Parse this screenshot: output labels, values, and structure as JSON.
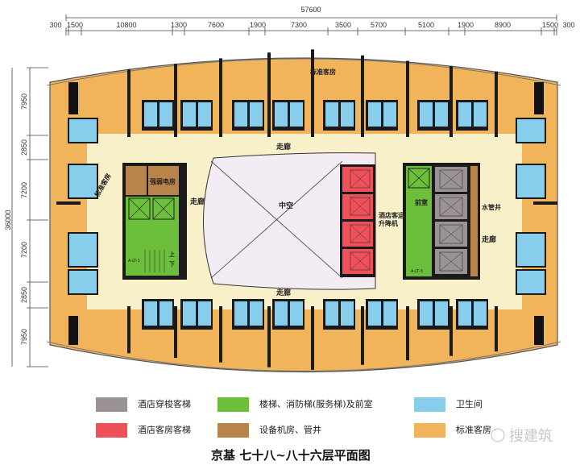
{
  "dimensions": {
    "overall_width": "57600",
    "top_segments": [
      "300",
      "1500",
      "10800",
      "1300",
      "7600",
      "1900",
      "7300",
      "3500",
      "5700",
      "5100",
      "1900",
      "8900",
      "1500",
      "300"
    ],
    "overall_depth": "36000",
    "left_segments": [
      "7950",
      "2850",
      "7200",
      "7200",
      "2850",
      "7950"
    ]
  },
  "labels": {
    "corridor": "走廊",
    "atrium": "中空",
    "standard_room": "标准客房",
    "electrical_room": "强弱电房",
    "hotel_elevator_line1": "酒店客运",
    "hotel_elevator_line2": "升降机",
    "lobby": "前室",
    "water_shaft": "水管井",
    "stair_left": "A-LT-1",
    "stair_right": "A-LT-3",
    "up": "上",
    "down": "下"
  },
  "legend": [
    {
      "label": "酒店穿梭客梯",
      "color": "#9a9296"
    },
    {
      "label": "酒店客房客梯",
      "color": "#f0505a"
    },
    {
      "label": "楼梯、消防梯(服务梯)及前室",
      "color": "#6cbf3a"
    },
    {
      "label": "设备机房、管井",
      "color": "#b9844a"
    },
    {
      "label": "卫生间",
      "color": "#88cdeb"
    },
    {
      "label": "标准客房",
      "color": "#f2b45a"
    }
  ],
  "title": "京基  七十八~八十六层平面图",
  "watermark": "搜建筑",
  "colors": {
    "room": "#f2b45a",
    "corridor": "#f8f0c8",
    "atrium": "#f4ecf4",
    "bath": "#88cdeb",
    "wall": "#1a1a1a"
  }
}
